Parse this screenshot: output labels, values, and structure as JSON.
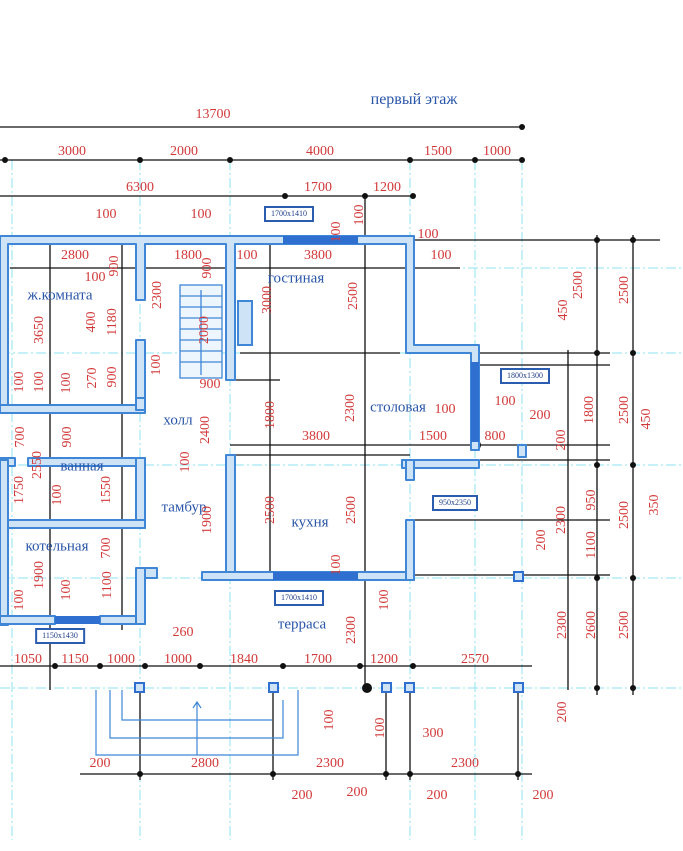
{
  "title": "первый этаж",
  "rooms": [
    "ж.комната",
    "гостиная",
    "холл",
    "столовая",
    "ванная",
    "тамбур",
    "кухня",
    "котельная",
    "терраса"
  ],
  "window_tags": [
    "1700x1410",
    "1800x1300",
    "950x2350",
    "1700x1410",
    "1150x1430"
  ],
  "dims_h": [
    "13700",
    "3000",
    "2000",
    "4000",
    "1500",
    "1000",
    "6300",
    "1700",
    "1200",
    "100",
    "100",
    "2800",
    "1800",
    "100",
    "3800",
    "100",
    "100",
    "100",
    "900",
    "3800",
    "1500",
    "100",
    "100",
    "200",
    "800",
    "260",
    "1050",
    "1150",
    "1000",
    "1000",
    "1840",
    "1700",
    "1200",
    "2570",
    "300",
    "200",
    "2800",
    "2300",
    "2300",
    "200",
    "200",
    "200",
    "200"
  ],
  "dims_v": [
    "100",
    "100",
    "900",
    "900",
    "2300",
    "3000",
    "2500",
    "2500",
    "2500",
    "450",
    "3650",
    "400",
    "1180",
    "2000",
    "100",
    "100",
    "100",
    "100",
    "270",
    "900",
    "1800",
    "2300",
    "2400",
    "1800",
    "2500",
    "450",
    "700",
    "900",
    "200",
    "2550",
    "100",
    "1750",
    "100",
    "1550",
    "1900",
    "2500",
    "2500",
    "950",
    "2500",
    "350",
    "2300",
    "200",
    "1100",
    "700",
    "1900",
    "100",
    "100",
    "1100",
    "100",
    "100",
    "2300",
    "2300",
    "2600",
    "2500",
    "100",
    "100",
    "200"
  ],
  "colors": {
    "wall": "#4a8fd8",
    "wall_fill": "#cfe3f7",
    "grid": "#7fe0ee",
    "dimension_text": "#d23a3a",
    "room_text": "#2855a8"
  }
}
